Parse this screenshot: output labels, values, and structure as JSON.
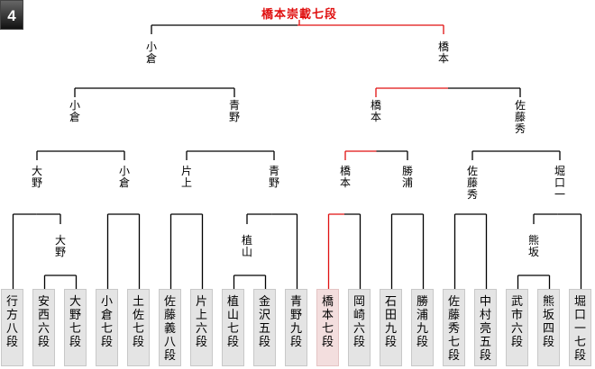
{
  "round_badge": "4",
  "champion": "橋本崇載七段",
  "colors": {
    "winner_line": "#e01010",
    "line": "#000000",
    "box": "#e4e4e4",
    "winner_box": "#f3dede"
  },
  "players": [
    "行方八段",
    "安西六段",
    "大野七段",
    "小倉七段",
    "土佐七段",
    "佐藤義八段",
    "片上六段",
    "植山七段",
    "金沢五段",
    "青野九段",
    "橋本七段",
    "岡崎六段",
    "石田九段",
    "勝浦九段",
    "佐藤秀七段",
    "中村亮五段",
    "武市六段",
    "熊坂四段",
    "堀口一七段"
  ],
  "round0_winners": [
    "大野",
    "植山",
    "熊坂"
  ],
  "round1_winners": [
    "大野",
    "小倉",
    "片上",
    "青野",
    "橋本",
    "勝浦",
    "佐藤秀",
    "堀口一"
  ],
  "round2_winners": [
    "小倉",
    "青野",
    "橋本",
    "佐藤秀"
  ],
  "semifinal_winners": [
    "小倉",
    "橋本"
  ]
}
